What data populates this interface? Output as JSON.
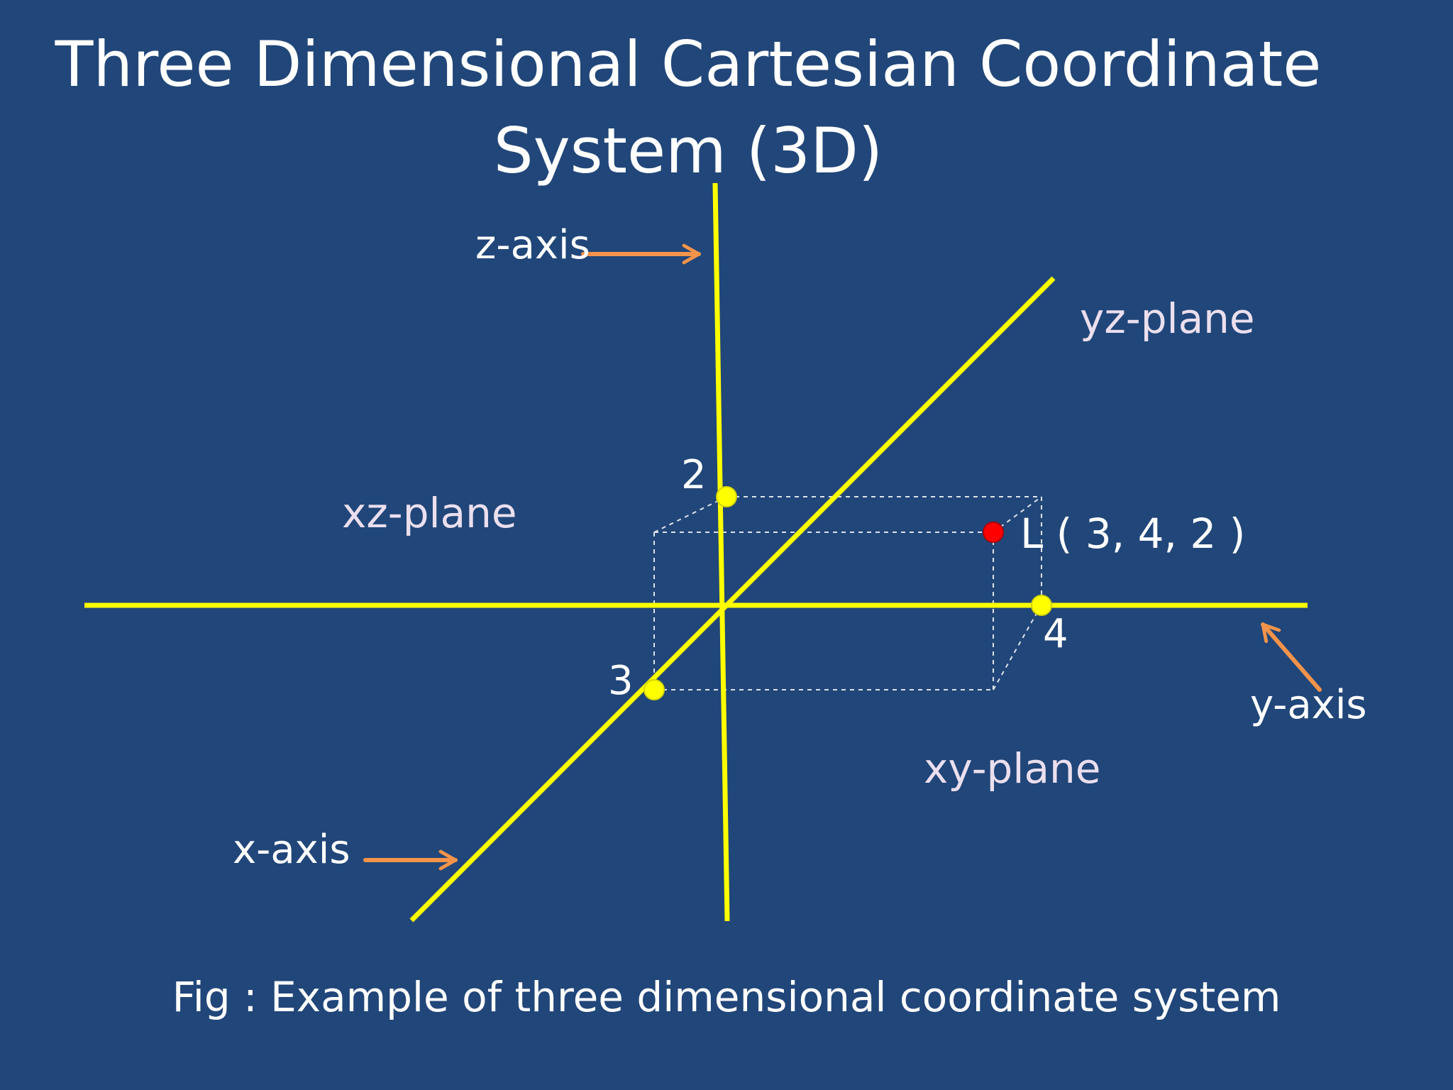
{
  "title": {
    "line1": "Three Dimensional Cartesian Coordinate",
    "line2": "System (3D)"
  },
  "axes": {
    "z_label": "z-axis",
    "y_label": "y-axis",
    "x_label": "x-axis"
  },
  "planes": {
    "yz": "yz-plane",
    "xz": "xz-plane",
    "xy": "xy-plane"
  },
  "ticks": {
    "z": "2",
    "y": "4",
    "x": "3"
  },
  "point": {
    "label": "L ( 3, 4, 2 )",
    "x": 3,
    "y": 4,
    "z": 2
  },
  "caption": "Fig : Example of three dimensional coordinate system",
  "colors": {
    "background": "#214679",
    "axis": "#ffff00",
    "arrow": "#f4934a",
    "point": "#ff0000",
    "guide": "#ffffff"
  }
}
